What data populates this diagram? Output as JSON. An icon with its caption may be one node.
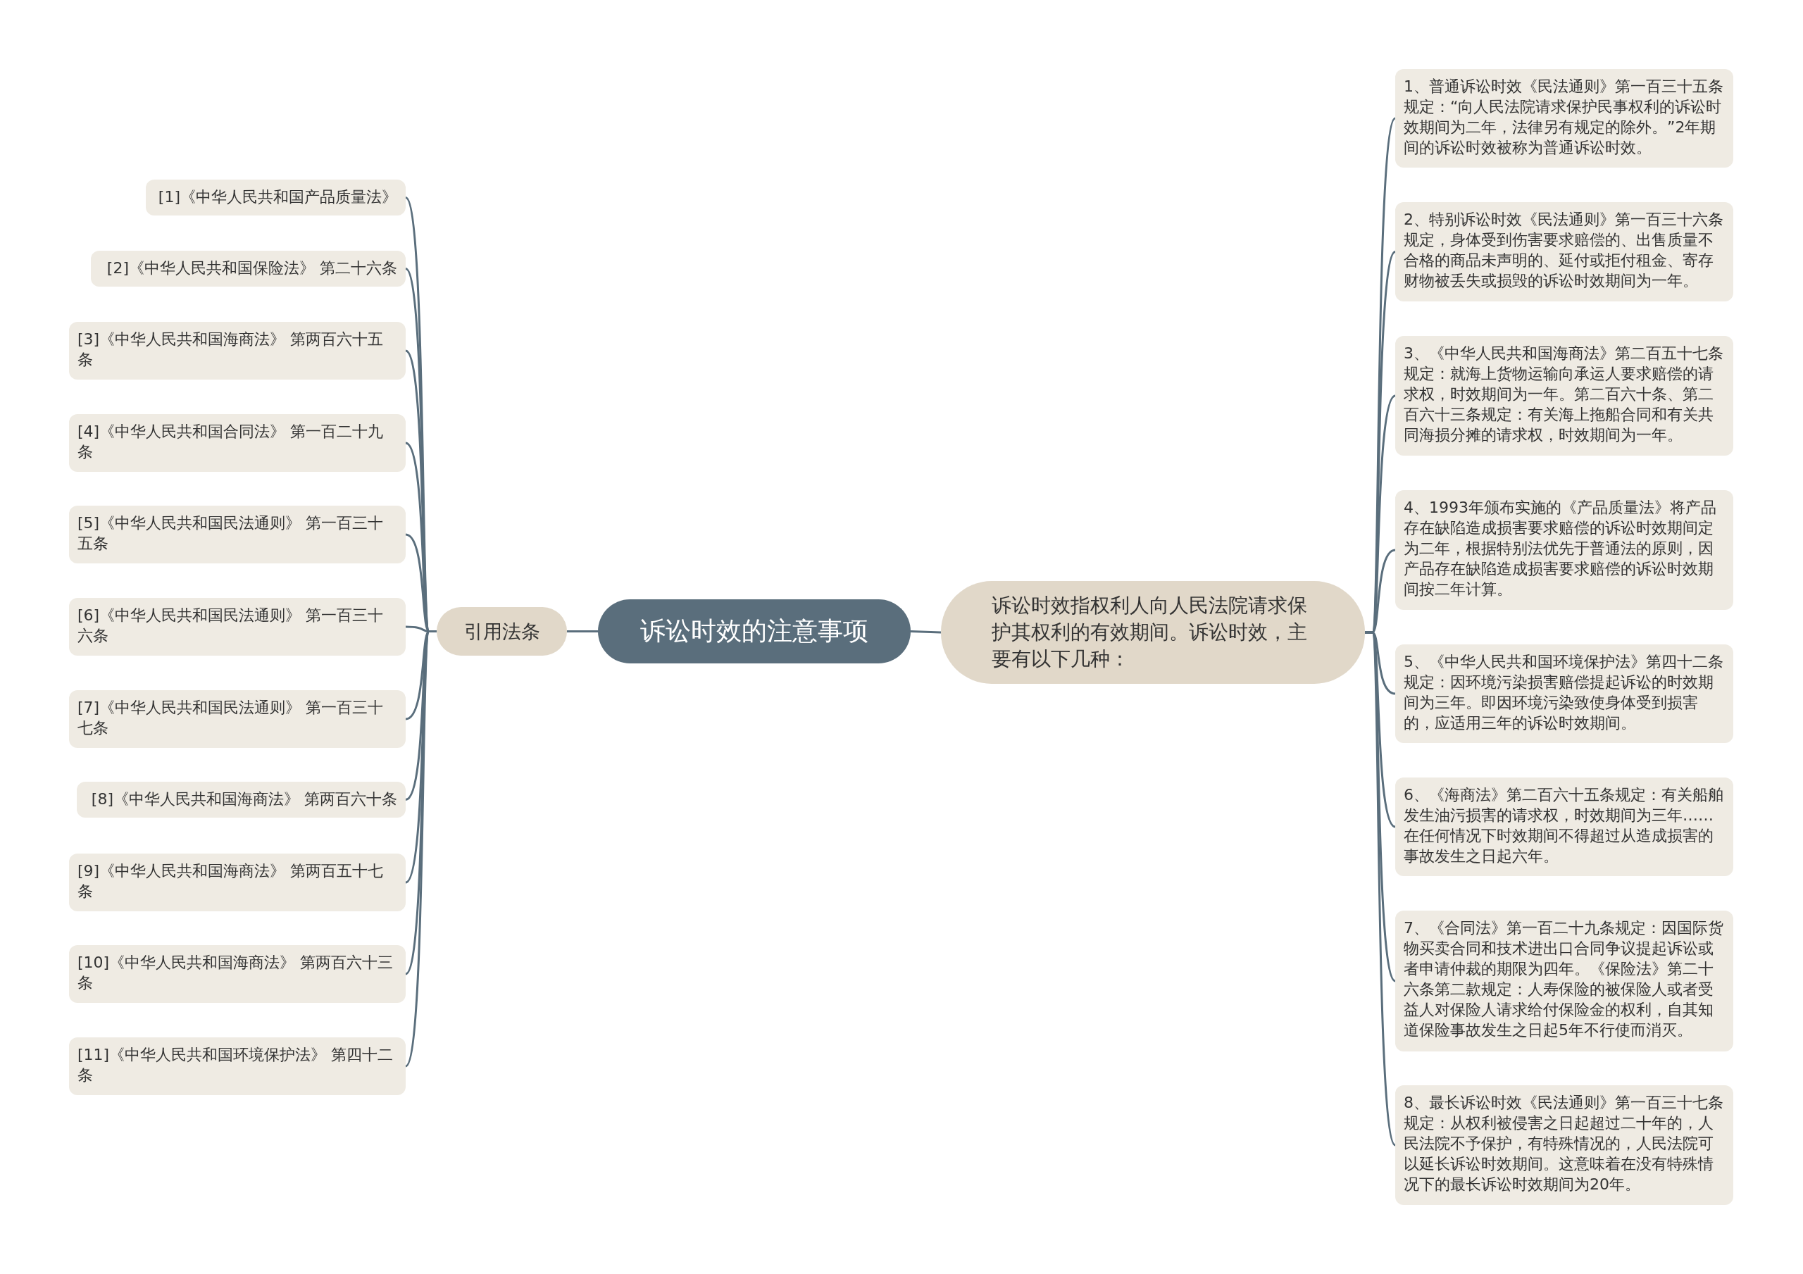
{
  "diagram": {
    "nodes": [
      {
        "text": [
          "诉讼时效的注意事项"
        ]
      },
      {
        "text": [
          "引用法条"
        ]
      },
      {
        "text": [
          "诉讼时效指权利人向人民法院请求保护其权利的有效期间。诉讼时效，主要有以下几种："
        ]
      },
      {
        "text": [
          "[1]《中华人民共和国产品质量法》"
        ]
      },
      {
        "text": [
          "[2]《中华人民共和国保险法》 第二十六条"
        ]
      },
      {
        "text": [
          "[3]《中华人民共和国海商法》 第两百六十五条"
        ]
      },
      {
        "text": [
          "[4]《中华人民共和国合同法》 第一百二十九条"
        ]
      },
      {
        "text": [
          "[5]《中华人民共和国民法通则》 第一百三十五条"
        ]
      },
      {
        "text": [
          "[6]《中华人民共和国民法通则》 第一百三十六条"
        ]
      },
      {
        "text": [
          "[7]《中华人民共和国民法通则》 第一百三十七条"
        ]
      },
      {
        "text": [
          "[8]《中华人民共和国海商法》 第两百六十条"
        ]
      },
      {
        "text": [
          "[9]《中华人民共和国海商法》 第两百五十七条"
        ]
      },
      {
        "text": [
          "[10]《中华人民共和国海商法》 第两百六十三条"
        ]
      },
      {
        "text": [
          "[11]《中华人民共和国环境保护法》 第四十二条"
        ]
      },
      {
        "text": [
          "1、普通诉讼时效《民法通则》第一百三十五条规定：“向人民法院请求保护民事权利的诉讼时效期间为二年，法律另有规定的除外。”2年期间的诉讼时效被称为普通诉讼时效。"
        ]
      },
      {
        "text": [
          "2、特别诉讼时效《民法通则》第一百三十六条规定，身体受到伤害要求赔偿的、出售质量不合格的商品未声明的、延付或拒付租金、寄存财物被丢失或损毁的诉讼时效期间为一年。"
        ]
      },
      {
        "text": [
          "3、《中华人民共和国海商法》第二百五十七条规定：就海上货物运输向承运人要求赔偿的请求权，时效期间为一年。第二百六十条、第二百六十三条规定：有关海上拖船合同和有关共同海损分摊的请求权，时效期间为一年。"
        ]
      },
      {
        "text": [
          "4、1993年颁布实施的《产品质量法》将产品存在缺陷造成损害要求赔偿的诉讼时效期间定为二年，根据特别法优先于普通法的原则，因产品存在缺陷造成损害要求赔偿的诉讼时效期间按二年计算。"
        ]
      },
      {
        "text": [
          "5、《中华人民共和国环境保护法》第四十二条规定：因环境污染损害赔偿提起诉讼的时效期间为三年。即因环境污染致使身体受到损害的，应适用三年的诉讼时效期间。"
        ]
      },
      {
        "text": [
          "6、《海商法》第二百六十五条规定：有关船舶发生油污损害的请求权，时效期间为三年……在任何情况下时效期间不得超过从造成损害的事故发生之日起六年。"
        ]
      },
      {
        "text": [
          "7、《合同法》第一百二十九条规定：因国际货物买卖合同和技术进出口合同争议提起诉讼或者申请仲裁的期限为四年。《保险法》第二十六条第二款规定：人寿保险的被保险人或者受益人对保险人请求给付保险金的权利，自其知道保险事故发生之日起5年不行使而消灭。"
        ]
      },
      {
        "text": [
          "8、最长诉讼时效《民法通则》第一百三十七条规定：从权利被侵害之日起超过二十年的，人民法院不予保护，有特殊情况的，人民法院可以延长诉讼时效期间。这意味着在没有特殊情况下的最长诉讼时效期间为20年。"
        ]
      }
    ],
    "edges": [
      {
        "from": 0,
        "to": 1,
        "arrow": "none"
      },
      {
        "from": 0,
        "to": 2,
        "arrow": "none"
      },
      {
        "from": 1,
        "to": 3,
        "arrow": "none"
      },
      {
        "from": 1,
        "to": 4,
        "arrow": "none"
      },
      {
        "from": 1,
        "to": 5,
        "arrow": "none"
      },
      {
        "from": 1,
        "to": 6,
        "arrow": "none"
      },
      {
        "from": 1,
        "to": 7,
        "arrow": "none"
      },
      {
        "from": 1,
        "to": 8,
        "arrow": "none"
      },
      {
        "from": 1,
        "to": 9,
        "arrow": "none"
      },
      {
        "from": 1,
        "to": 10,
        "arrow": "none"
      },
      {
        "from": 1,
        "to": 11,
        "arrow": "none"
      },
      {
        "from": 1,
        "to": 12,
        "arrow": "none"
      },
      {
        "from": 1,
        "to": 13,
        "arrow": "none"
      },
      {
        "from": 2,
        "to": 14,
        "arrow": "none"
      },
      {
        "from": 2,
        "to": 15,
        "arrow": "none"
      },
      {
        "from": 2,
        "to": 16,
        "arrow": "none"
      },
      {
        "from": 2,
        "to": 17,
        "arrow": "none"
      },
      {
        "from": 2,
        "to": 18,
        "arrow": "none"
      },
      {
        "from": 2,
        "to": 19,
        "arrow": "none"
      },
      {
        "from": 2,
        "to": 20,
        "arrow": "none"
      },
      {
        "from": 2,
        "to": 21,
        "arrow": "none"
      }
    ]
  }
}
